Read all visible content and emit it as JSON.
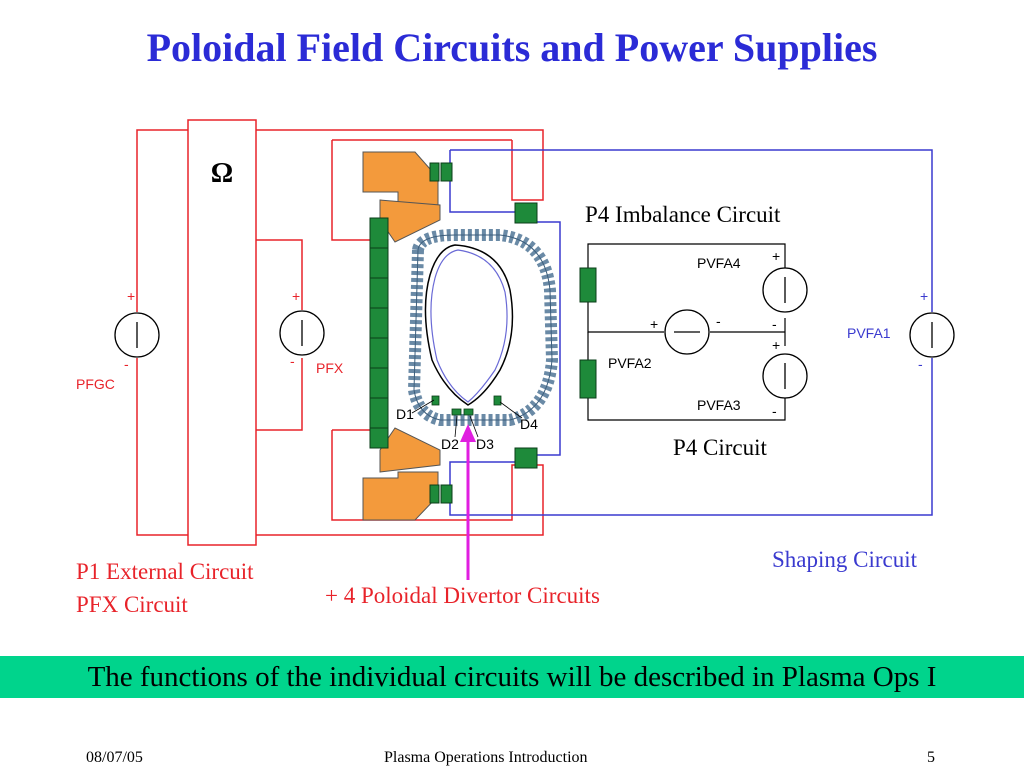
{
  "title": "Poloidal Field Circuits and Power Supplies",
  "omega": "Ω",
  "plus": "+",
  "minus": "-",
  "labels": {
    "pfgc": "PFGC",
    "pfx": "PFX",
    "pvfa1": "PVFA1",
    "pvfa2": "PVFA2",
    "pvfa3": "PVFA3",
    "pvfa4": "PVFA4",
    "d1": "D1",
    "d2": "D2",
    "d3": "D3",
    "d4": "D4"
  },
  "captions": {
    "p4_imbalance": "P4 Imbalance Circuit",
    "p4_circuit": "P4 Circuit",
    "shaping": "Shaping Circuit",
    "p1_external": "P1 External Circuit",
    "pfx_circuit": "PFX Circuit",
    "divertor": "+ 4 Poloidal Divertor Circuits"
  },
  "banner": "The functions of the individual circuits will be described in Plasma Ops I",
  "footer": {
    "date": "08/07/05",
    "center": "Plasma Operations Introduction",
    "page": "5"
  },
  "colors": {
    "title": "#2b2bd6",
    "red_circuit": "#e8232a",
    "blue_circuit": "#3a3acf",
    "coil_green": "#1e8a3a",
    "structure_orange": "#f39a3c",
    "divertor_arrow": "#e01ee0",
    "banner_bg": "#00d48c"
  }
}
